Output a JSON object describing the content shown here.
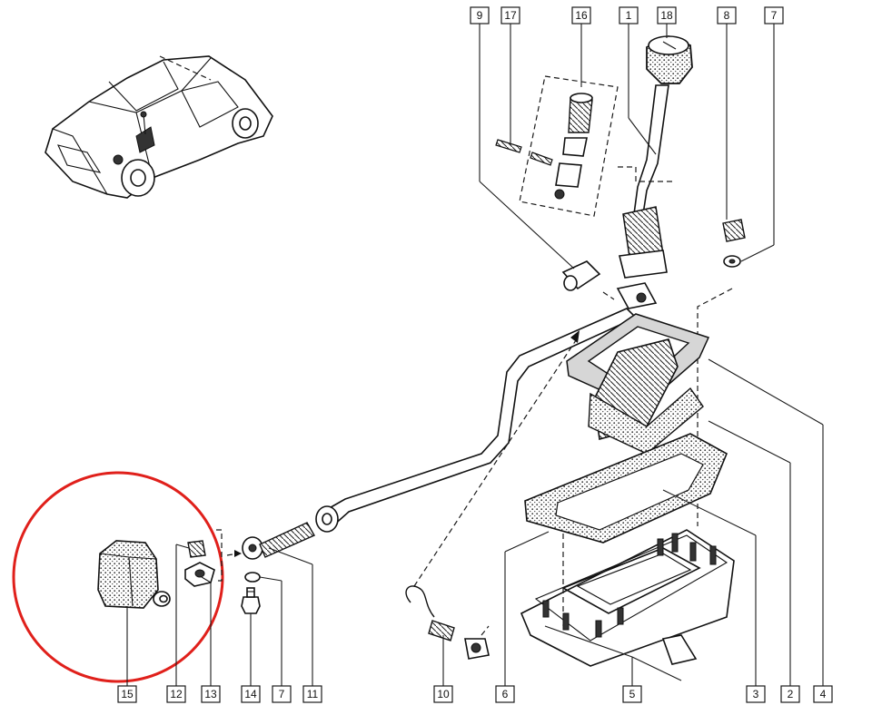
{
  "colors": {
    "line": "#1a1a1a",
    "highlight_circle": "#e0201b",
    "background": "#ffffff"
  },
  "callouts_top": [
    {
      "id": "c9",
      "label": "9"
    },
    {
      "id": "c17",
      "label": "17"
    },
    {
      "id": "c16",
      "label": "16"
    },
    {
      "id": "c1",
      "label": "1"
    },
    {
      "id": "c18",
      "label": "18"
    },
    {
      "id": "c8",
      "label": "8"
    },
    {
      "id": "c7a",
      "label": "7"
    }
  ],
  "callouts_bottom": [
    {
      "id": "c15",
      "label": "15"
    },
    {
      "id": "c12",
      "label": "12"
    },
    {
      "id": "c13",
      "label": "13"
    },
    {
      "id": "c14",
      "label": "14"
    },
    {
      "id": "c7b",
      "label": "7"
    },
    {
      "id": "c11",
      "label": "11"
    },
    {
      "id": "c10",
      "label": "10"
    },
    {
      "id": "c6",
      "label": "6"
    },
    {
      "id": "c5",
      "label": "5"
    },
    {
      "id": "c3",
      "label": "3"
    },
    {
      "id": "c2",
      "label": "2"
    },
    {
      "id": "c4",
      "label": "4"
    }
  ]
}
